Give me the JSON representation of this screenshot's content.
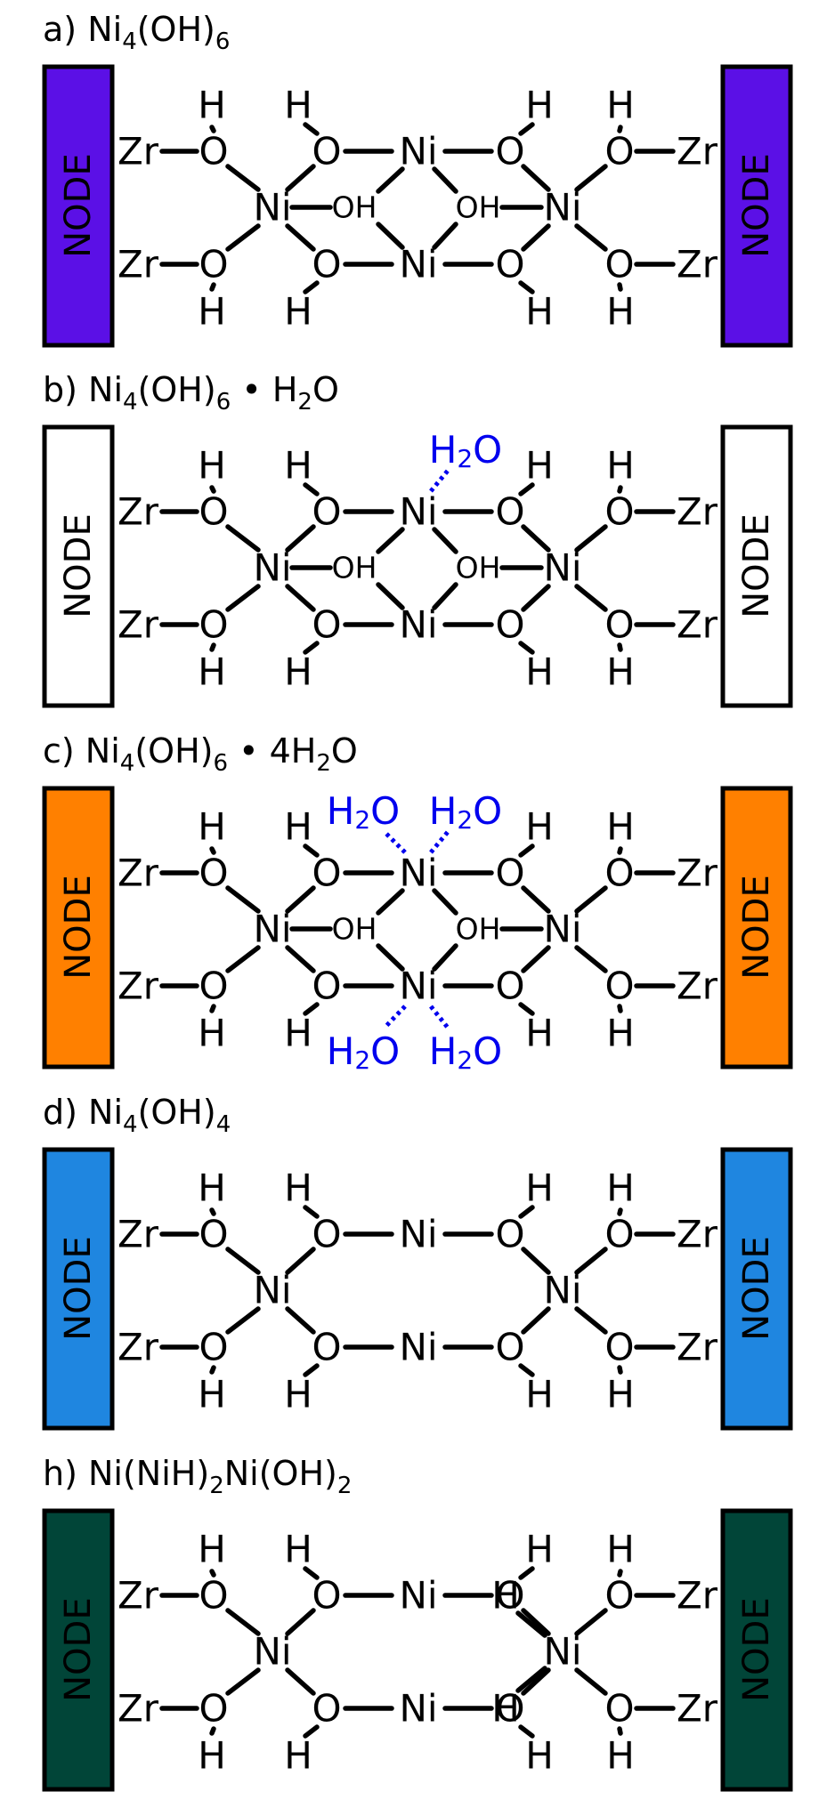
{
  "panels": [
    {
      "id": "a",
      "title": {
        "prefix": "a) Ni",
        "s1": "4",
        "mid": "(OH)",
        "s2": "6",
        "rest": ""
      },
      "node_label": "NODE",
      "node_color": "#5b10e6",
      "variant": "hydroxide-bridged",
      "waters": 0
    },
    {
      "id": "b",
      "title": {
        "prefix": "b) Ni",
        "s1": "4",
        "mid": "(OH)",
        "s2": "6",
        "rest": " • H",
        "s3": "2",
        "tail": "O"
      },
      "node_label": "NODE",
      "node_color": "#ffffff",
      "variant": "hydroxide-bridged",
      "waters": 1
    },
    {
      "id": "c",
      "title": {
        "prefix": "c) Ni",
        "s1": "4",
        "mid": "(OH)",
        "s2": "6",
        "rest": " • 4H",
        "s3": "2",
        "tail": "O"
      },
      "node_label": "NODE",
      "node_color": "#ff8000",
      "variant": "hydroxide-bridged",
      "waters": 4
    },
    {
      "id": "d",
      "title": {
        "prefix": "d) Ni",
        "s1": "4",
        "mid": "(OH)",
        "s2": "4",
        "rest": ""
      },
      "node_label": "NODE",
      "node_color": "#1f86e0",
      "variant": "open",
      "waters": 0
    },
    {
      "id": "h",
      "title": {
        "prefix": "h) Ni(NiH)",
        "s1": "2",
        "mid": "Ni(OH)",
        "s2": "2",
        "rest": ""
      },
      "node_label": "NODE",
      "node_color": "#014538",
      "variant": "hydride",
      "waters": 0
    }
  ],
  "atoms": {
    "zr": "Zr",
    "o": "O",
    "h": "H",
    "ni": "Ni",
    "oh": "OH",
    "water": "H2O",
    "water_h": "H",
    "water_sub": "2",
    "water_o": "O"
  }
}
